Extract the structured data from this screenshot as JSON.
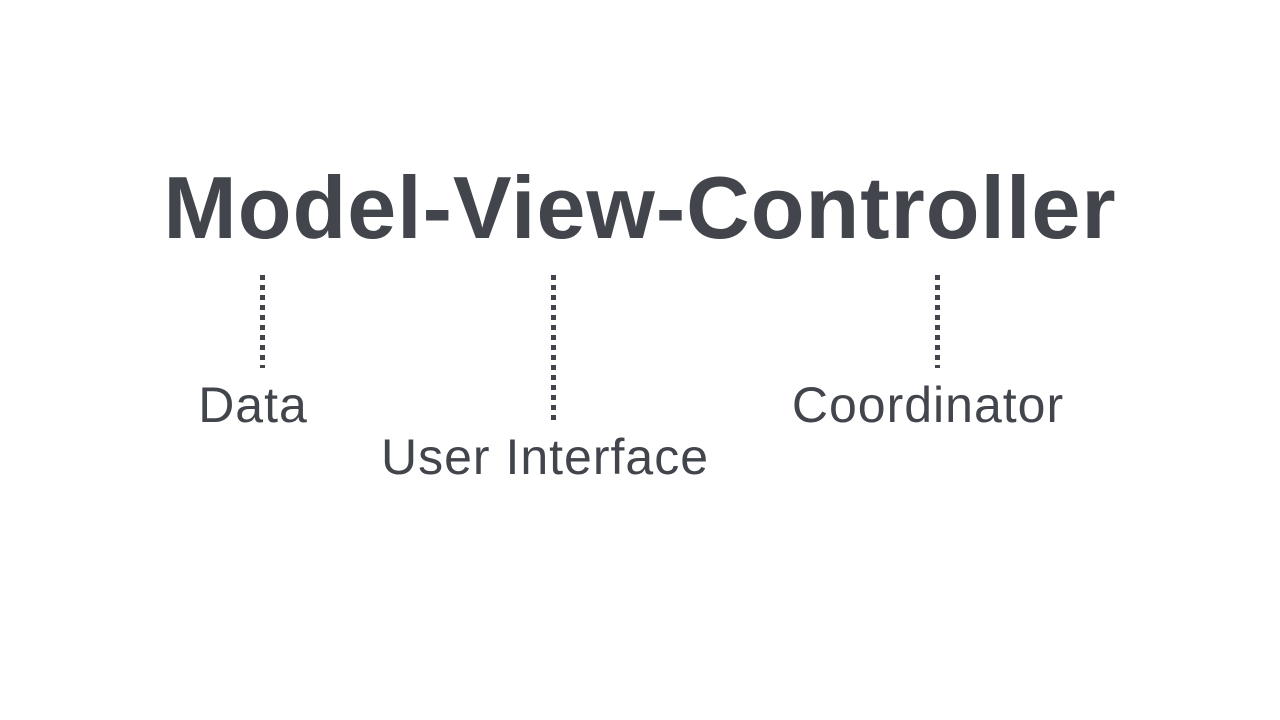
{
  "diagram": {
    "title": "Model-View-Controller",
    "annotations": [
      {
        "word": "Model",
        "label": "Data"
      },
      {
        "word": "View",
        "label": "User Interface"
      },
      {
        "word": "Controller",
        "label": "Coordinator"
      }
    ],
    "connector_style": "dotted-vertical",
    "colors": {
      "text": "#42464c",
      "background": "#ffffff"
    }
  }
}
